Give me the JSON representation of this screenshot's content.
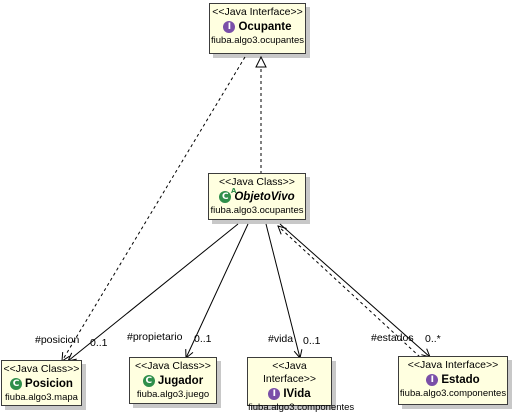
{
  "boxes": {
    "ocupante": {
      "stereotype": "<<Java Interface>>",
      "name": "Ocupante",
      "package": "fiuba.algo3.ocupantes",
      "icon": "interface-icon"
    },
    "objetovivo": {
      "stereotype": "<<Java Class>>",
      "name": "ObjetoVivo",
      "package": "fiuba.algo3.ocupantes",
      "icon": "abstract-class-icon"
    },
    "posicion": {
      "stereotype": "<<Java Class>>",
      "name": "Posicion",
      "package": "fiuba.algo3.mapa",
      "icon": "class-icon"
    },
    "jugador": {
      "stereotype": "<<Java Class>>",
      "name": "Jugador",
      "package": "fiuba.algo3.juego",
      "icon": "class-icon"
    },
    "ivida": {
      "stereotype": "<<Java Interface>>",
      "name": "IVida",
      "package": "fiuba.algo3.componentes",
      "icon": "interface-icon"
    },
    "estado": {
      "stereotype": "<<Java Interface>>",
      "name": "Estado",
      "package": "fiuba.algo3.componentes",
      "icon": "interface-icon"
    }
  },
  "labels": {
    "posicion_role": "#posicion",
    "posicion_mult": "0..1",
    "propietario_role": "#propietario",
    "propietario_mult": "0..1",
    "vida_role": "#vida",
    "vida_mult": "0..1",
    "estados_role": "#estados",
    "estados_mult": "0..*"
  },
  "icon_glyphs": {
    "interface": "I",
    "class": "C",
    "abstract_marker": "A"
  },
  "colors": {
    "box_fill": "#ffffe0",
    "interface_icon": "#7a4fa8",
    "class_icon": "#2f8f4a",
    "line": "#000000"
  }
}
